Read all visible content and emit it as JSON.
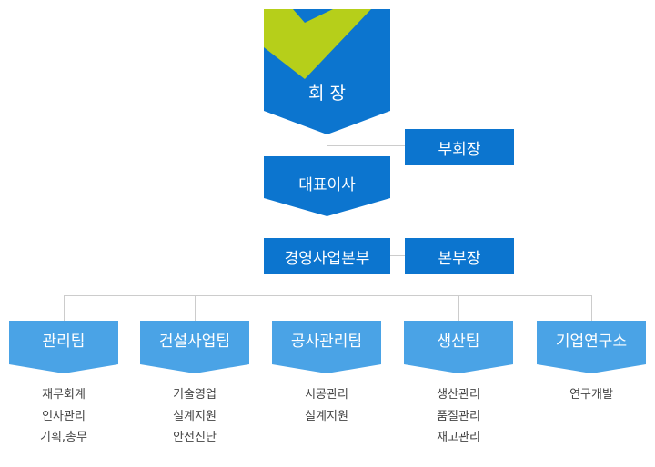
{
  "colors": {
    "primary": "#0c75cf",
    "team": "#4aa3e6",
    "check": "#b6cf1a",
    "line": "#cccccc",
    "text": "#444444"
  },
  "chairman": {
    "label": "회 장",
    "icon": "checkmark-icon"
  },
  "vice_chairman": {
    "label": "부회장"
  },
  "ceo": {
    "label": "대표이사"
  },
  "division": {
    "label": "경영사업본부"
  },
  "division_head": {
    "label": "본부장"
  },
  "teams": [
    {
      "label": "관리팀",
      "duties": [
        "재무회계",
        "인사관리",
        "기획,총무"
      ]
    },
    {
      "label": "건설사업팀",
      "duties": [
        "기술영업",
        "설계지원",
        "안전진단"
      ]
    },
    {
      "label": "공사관리팀",
      "duties": [
        "시공관리",
        "설계지원"
      ]
    },
    {
      "label": "생산팀",
      "duties": [
        "생산관리",
        "품질관리",
        "재고관리"
      ]
    },
    {
      "label": "기업연구소",
      "duties": [
        "연구개발"
      ]
    }
  ]
}
